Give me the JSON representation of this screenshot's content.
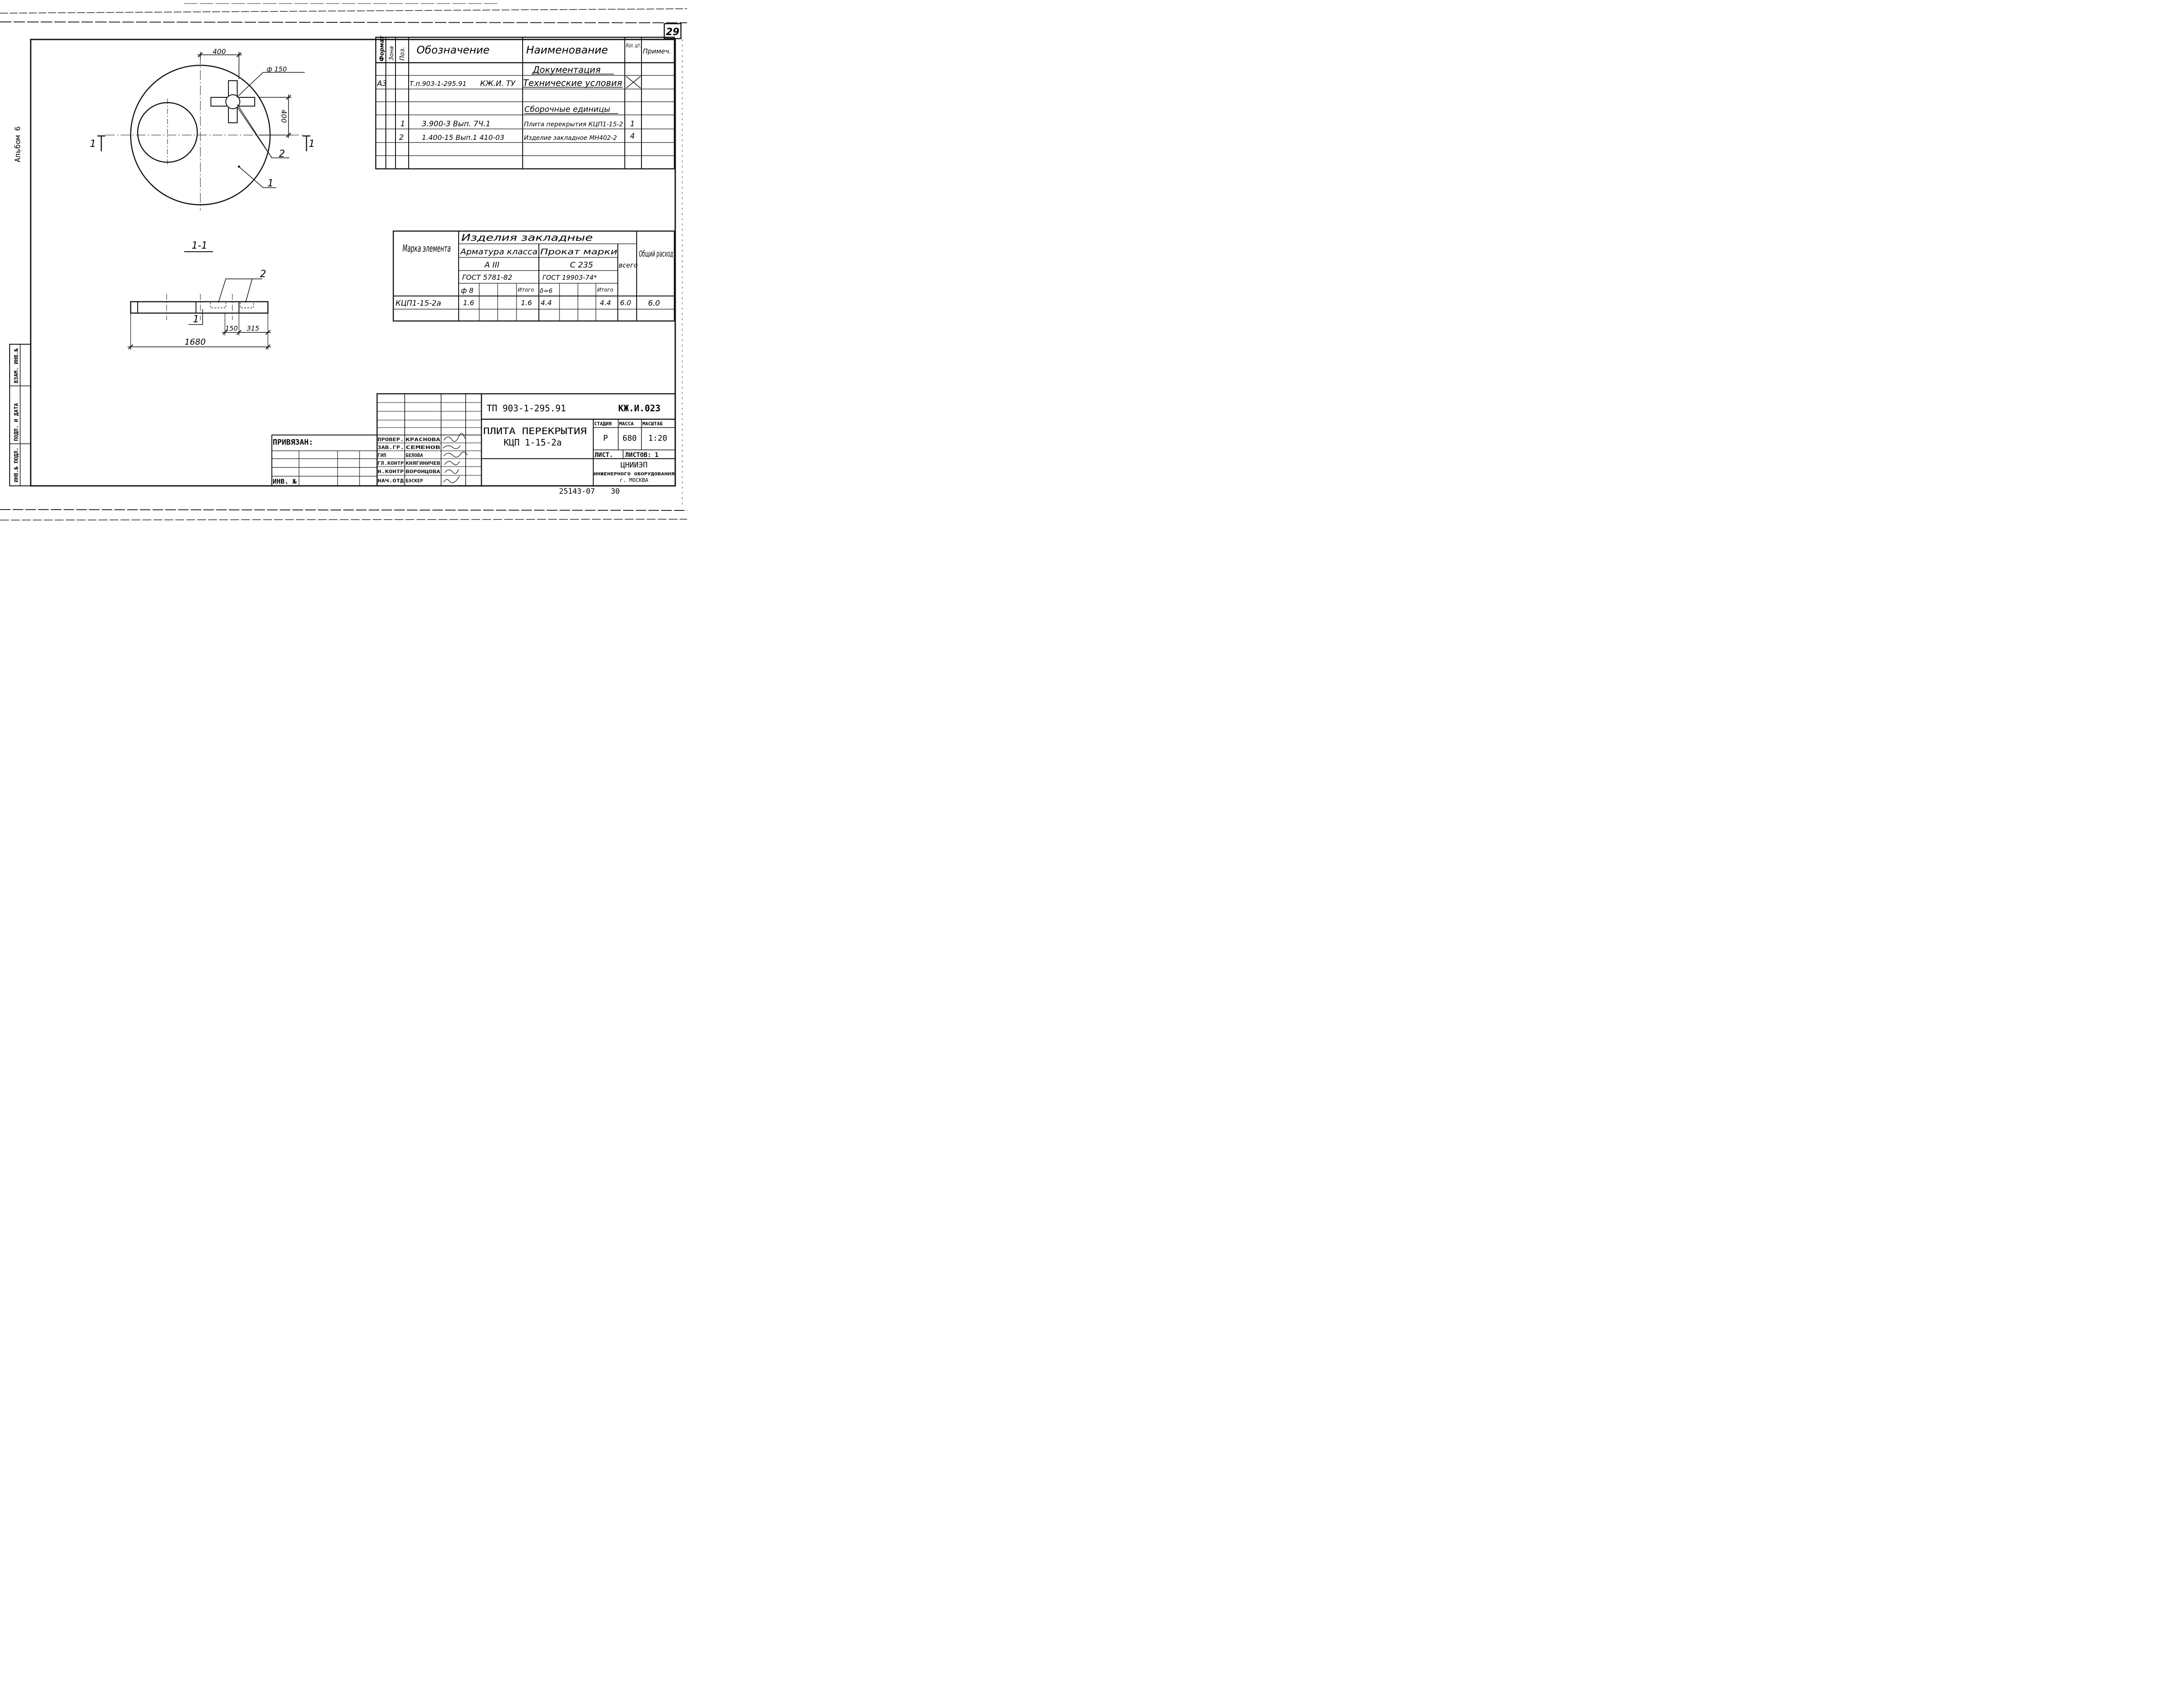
{
  "sheet": {
    "number": "29",
    "album": "Альбом 6"
  },
  "plan": {
    "dim_width": "400",
    "dim_height": "400",
    "dim_hole": "ф 150",
    "cut_left": "1",
    "cut_right": "1",
    "callout_2": "2",
    "callout_1": "1"
  },
  "section": {
    "title": "1-1",
    "callout_2": "2",
    "callout_1": "1",
    "dim_150": "150",
    "dim_315": "315",
    "dim_total": "1680"
  },
  "spec": {
    "headers": {
      "format": "Формат",
      "zone": "Зона",
      "pos": "Поз.",
      "designation": "Обозначение",
      "name": "Наименование",
      "qty": "Кол. шт.",
      "note": "Примеч."
    },
    "rows": {
      "section_docs": "Документация",
      "docs_format": "А3",
      "docs_designation": "Т.п.903-1-295.91",
      "docs_designation_suffix": "КЖ.И. ТУ",
      "docs_name": "Технические условия",
      "section_assemblies": "Сборочные единицы",
      "r1_pos": "1",
      "r1_designation": "3.900-3 Вып. 7Ч.1",
      "r1_name": "Плита перекрытия КЦП1-15-2",
      "r1_qty": "1",
      "r2_pos": "2",
      "r2_designation": "1.400-15 Вып.1 410-03",
      "r2_name": "Изделие закладное МН402-2",
      "r2_qty": "4"
    }
  },
  "steel": {
    "mark_header": "Марка элемента",
    "group_header": "Изделия закладные",
    "rebar_header": "Арматура класса",
    "rebar_class": "А III",
    "rebar_gost": "ГОСТ 5781-82",
    "rebar_d": "ф 8",
    "rebar_total_label": "Итого",
    "plate_header": "Прокат марки",
    "plate_grade": "С 235",
    "plate_gost": "ГОСТ 19903-74*",
    "plate_d": "δ=6",
    "plate_total_label": "Итого",
    "all_label": "всего",
    "overall_label": "Общий расход",
    "row_mark": "КЦП1-15-2а",
    "row_rebar": "1.6",
    "row_rebar_total": "1.6",
    "row_plate": "4.4",
    "row_plate_total": "4.4",
    "row_all": "6.0",
    "row_overall": "6.0"
  },
  "title_block": {
    "doc_code": "ТП 903-1-295.91",
    "sheet_code": "КЖ.И.023",
    "title_line1": "ПЛИТА ПЕРЕКРЫТИЯ",
    "title_line2": "КЦП 1-15-2а",
    "stage_label": "СТАДИЯ",
    "mass_label": "МАССА",
    "scale_label": "МАСШТАБ",
    "stage": "Р",
    "mass": "680",
    "scale": "1:20",
    "sheet_label": "ЛИСТ.",
    "sheets_label": "ЛИСТОВ: 1",
    "org_line1": "ЦНИИЭП",
    "org_line2": "ИНЖЕНЕРНОГО ОБОРУДОВАНИЯ",
    "org_line3": "г. МОСКВА",
    "roles": [
      "ПРОВЕР.",
      "ЗАВ.ГР.",
      "ГИП",
      "ГЛ.КОНТР",
      "Н.КОНТР",
      "НАЧ.ОТД"
    ],
    "names": [
      "КРАСНОВА",
      "СЕМЕНОВ",
      "БЕЛОВА",
      "КНЯГИНИЧЕВ",
      "ВОРОНЦОВА",
      "БЭСКЕР"
    ],
    "tied_label": "ПРИВЯЗАН:",
    "inv_label": "ИНВ. №"
  },
  "side_stamp": {
    "inv_orig": "ИНВ.№ ПОДЛ.",
    "sign_date": "ПОДП. И ДАТА",
    "replace_inv": "ВЗАМ. ИНВ.№"
  },
  "footer": {
    "order": "25143-07",
    "page": "30"
  }
}
